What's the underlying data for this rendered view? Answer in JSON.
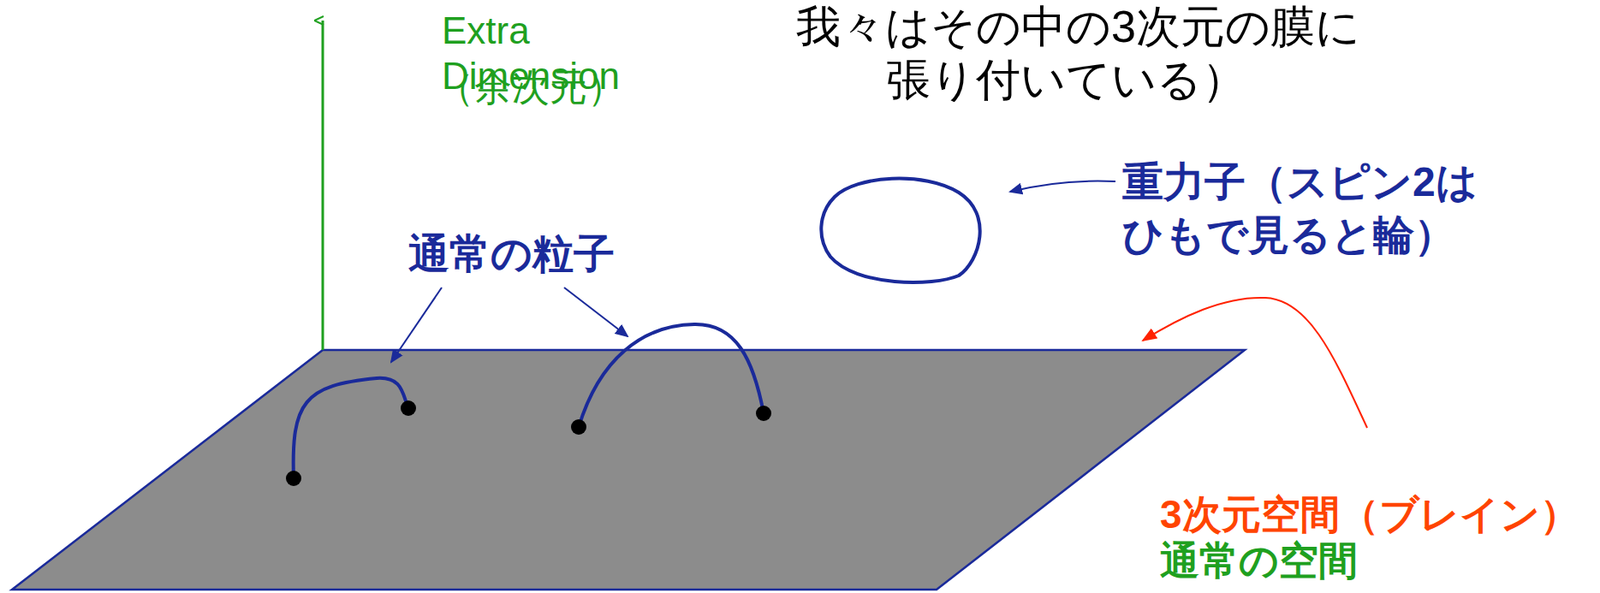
{
  "diagram": {
    "labels": [
      "我々はその中の3次元の膜に",
      "張り付いている）",
      "Extra Dimension",
      "（余次元）",
      "重力子（スピン2は ひもで見ると輪）",
      "通常の粒子",
      "3次元空間（ブレイン）",
      "通常の空間"
    ]
  }
}
